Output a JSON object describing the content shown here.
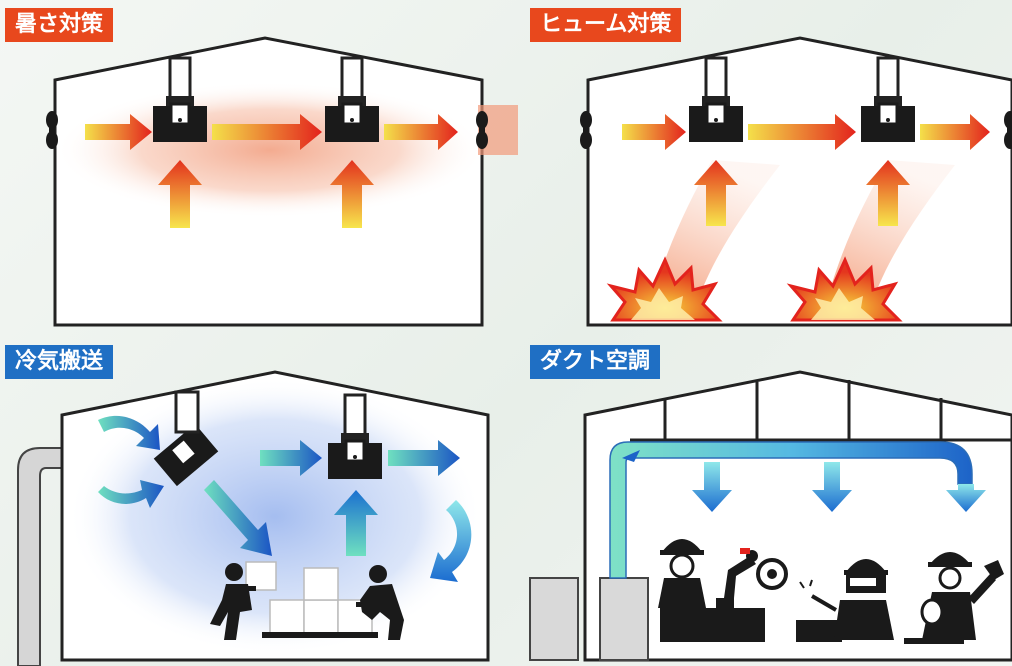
{
  "panels": [
    {
      "id": "heat",
      "label": "暑さ対策",
      "color": "#e8481d"
    },
    {
      "id": "fume",
      "label": "ヒューム対策",
      "color": "#e8481d"
    },
    {
      "id": "cold",
      "label": "冷気搬送",
      "color": "#1f6fc4"
    },
    {
      "id": "duct",
      "label": "ダクト空調",
      "color": "#1f6fc4"
    }
  ],
  "colors": {
    "warm_arrow_start": "#f4e04a",
    "warm_arrow_end": "#e3231d",
    "cool_arrow_start": "#6fe0c0",
    "cool_arrow_end": "#1b55c4",
    "building_outline": "#222222"
  }
}
